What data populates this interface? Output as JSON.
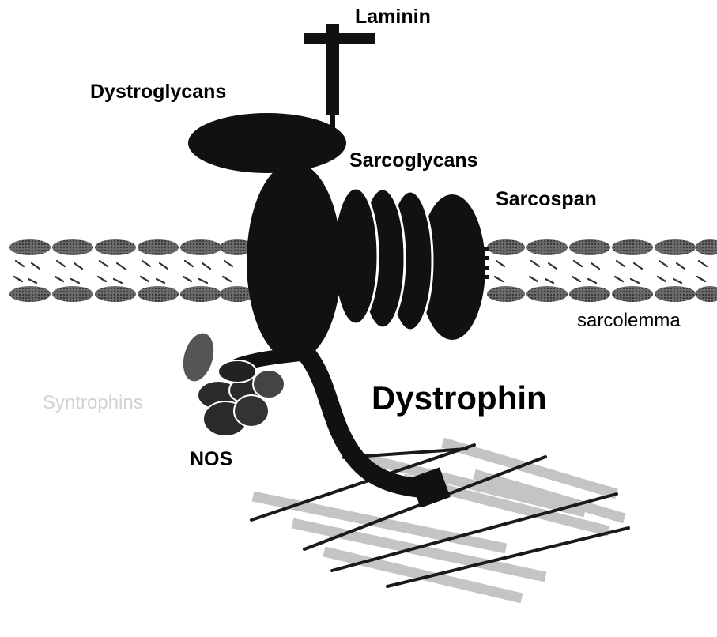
{
  "labels": {
    "laminin": "Laminin",
    "dystroglycans": "Dystroglycans",
    "sarcoglycans": "Sarcoglycans",
    "sarcospan": "Sarcospan",
    "sarcolemma": "sarcolemma",
    "syntrophins": "Syntrophins",
    "dystrophin": "Dystrophin",
    "nos": "NOS"
  },
  "colors": {
    "protein": "#111111",
    "membrane_lipid": "#555555",
    "actin": "#c4c4c4",
    "faint_text": "#d2d2d2"
  }
}
